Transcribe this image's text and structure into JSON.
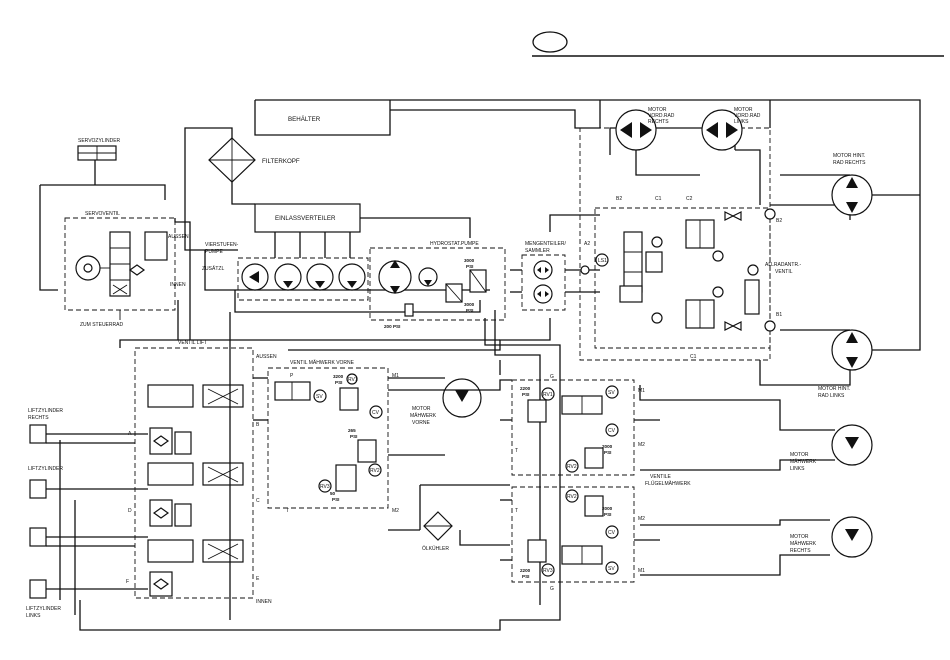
{
  "components": {
    "behaelter": "BEHÄLTER",
    "filterkopf": "FILTERKOPF",
    "einlassverteiler": "EINLASSVERTEILER",
    "vierstufenpumpe": [
      "VIERSTUFEN-",
      "PUMPE"
    ],
    "zusaetzl": "ZUSÄTZL",
    "hydrostat": "HYDROSTAT.PUMPE",
    "mengenteiler": [
      "MENGENTEILER/",
      "SAMMLER"
    ],
    "servozylinder": "SERVOZYLINDER",
    "servoventil": "SERVOVENTIL",
    "zum_steuerrad": "ZUM STEUERRAD",
    "aussen": "AUSSEN",
    "innen": "INNEN",
    "ventil_lift": "VENTIL LIFT",
    "ventil_maehwerk_vorne": "VENTIL MÄHWERK VORNE",
    "motor_maehwerk_vorne": [
      "MOTOR",
      "MÄHWERK",
      "VORNE"
    ],
    "oelkuehler": "ÖLKÜHLER",
    "liftzyl_rechts": [
      "LIFTZYLINDER",
      "RECHTS"
    ],
    "liftzylinder": "LIFTZYLINDER",
    "liftzyl_links": [
      "LIFTZYLINDER",
      "LINKS"
    ],
    "motor_vord_rechts": [
      "MOTOR",
      "VORD.RAD",
      "RECHTS"
    ],
    "motor_vord_links": [
      "MOTOR",
      "VORD.RAD",
      "LINKS"
    ],
    "motor_hint_rechts": [
      "MOTOR HINT.",
      "RAD RECHTS"
    ],
    "motor_hint_links": [
      "MOTOR HINT.",
      "RAD LINKS"
    ],
    "allradantr": [
      "ALLRADANTR.-",
      "VENTIL"
    ],
    "motor_maehwerk_links": [
      "MOTOR",
      "MÄHWERK",
      "LINKS"
    ],
    "motor_maehwerk_rechts": [
      "MOTOR",
      "MÄHWERK",
      "RECHTS"
    ],
    "ventile_fluegel": [
      "VENTILE",
      "FLÜGELMÄHWERK"
    ]
  },
  "pressures": {
    "p3000a": [
      "3000",
      "PSI"
    ],
    "p3000b": [
      "3000",
      "PSI"
    ],
    "p200": "200 PSI",
    "p3200": [
      "3200",
      "PSI"
    ],
    "p265": [
      "265",
      "PSI"
    ],
    "p50": [
      "50",
      "PSI"
    ],
    "p2200a": [
      "2200",
      "PSI"
    ],
    "p2000a": [
      "2000",
      "PSI"
    ],
    "p2000b": [
      "2000",
      "PSI"
    ],
    "p2200b": [
      "2200",
      "PSI"
    ]
  },
  "tags": {
    "sv": "SV",
    "cv": "CV",
    "rv1": "RV1",
    "rv2": "RV2",
    "rv3": "RV3",
    "ls1": "LS1",
    "m1": "M1",
    "m2": "M2",
    "a2": "A2",
    "b1": "B1",
    "b2": "B2",
    "c1": "C1",
    "c2": "C2",
    "p": "P",
    "t": "T",
    "a": "A",
    "b": "B",
    "c": "C",
    "d": "D",
    "e": "E",
    "f": "F",
    "g": "G"
  }
}
